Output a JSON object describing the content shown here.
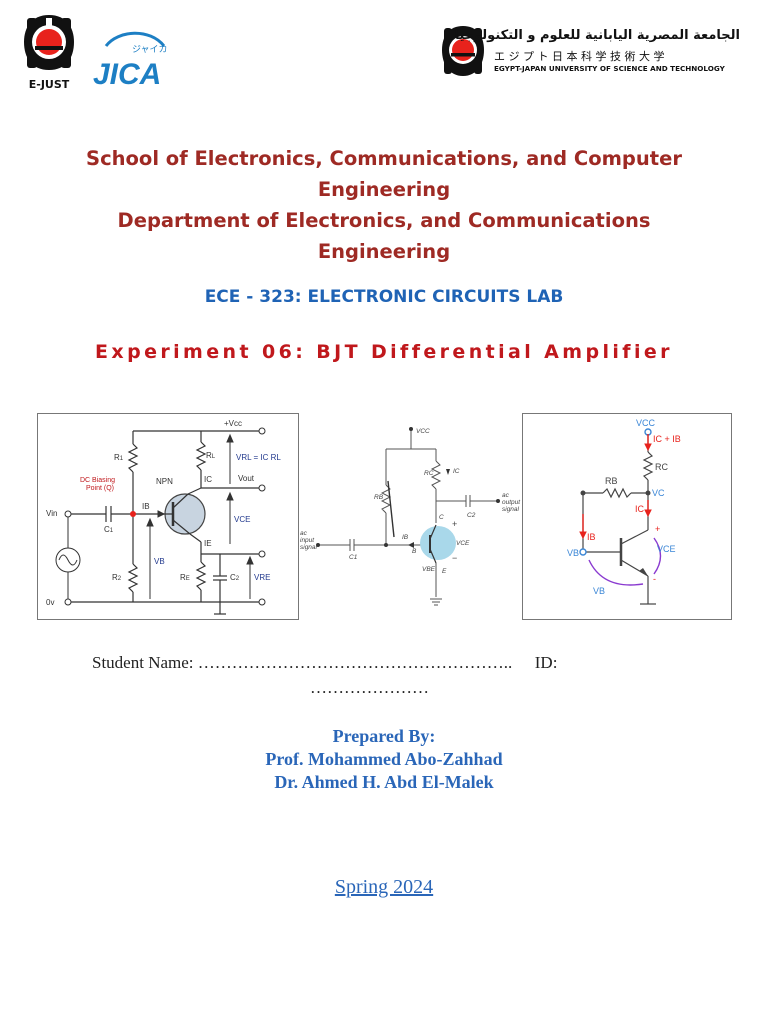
{
  "header": {
    "ejust_caption": "E-JUST",
    "jica_text": "JICA",
    "jica_kana": "ジャイカ",
    "university_arabic": "الجامعة المصرية اليابانية للعلوم و التكنولوجيا",
    "university_japanese": "エ ジ プ ト 日 本 科 学 技 術 大 学",
    "university_english": "EGYPT-JAPAN UNIVERSITY OF SCIENCE AND TECHNOLOGY"
  },
  "title": {
    "school_line1": "School of Electronics, Communications, and Computer",
    "school_line2": "Engineering",
    "dept_line1": "Department of Electronics, and Communications",
    "dept_line2": "Engineering",
    "course": "ECE - 323: ELECTRONIC CIRCUITS LAB",
    "experiment": "Experiment 06: BJT Differential Amplifier"
  },
  "figure1": {
    "vcc": "+Vcc",
    "r1": "R",
    "r1_sub": "1",
    "rl": "R",
    "rl_sub": "L",
    "vrl": "VRL = IC RL",
    "npn": "NPN",
    "ic": "IC",
    "vout": "Vout",
    "bias": "DC Biasing",
    "bias2": "Point (Q)",
    "ib": "IB",
    "vin": "Vin",
    "c1": "C",
    "c1_sub": "1",
    "vce": "VCE",
    "ie": "IE",
    "vb": "VB",
    "r2": "R",
    "r2_sub": "2",
    "re": "R",
    "re_sub": "E",
    "c2": "C",
    "c2_sub": "2",
    "vre": "VRE",
    "zero": "0v"
  },
  "figure2": {
    "vcc": "VCC",
    "rb": "RB",
    "rc": "RC",
    "ic": "IC",
    "c2": "C2",
    "ac_out_1": "ac",
    "ac_out_2": "output",
    "ac_out_3": "signal",
    "ac_in_1": "ac",
    "ac_in_2": "input",
    "ac_in_3": "signal",
    "c1": "C1",
    "ib": "IB",
    "b": "B",
    "c": "C",
    "e": "E",
    "vce": "VCE",
    "vbe": "VBE",
    "plus": "+",
    "minus": "−"
  },
  "figure3": {
    "vcc": "VCC",
    "ic_ib": "IC + IB",
    "rc": "RC",
    "rb": "RB",
    "vc": "VC",
    "ic": "IC",
    "ib": "IB",
    "vb_left": "VB",
    "vce": "VCE",
    "vb_bottom": "VB",
    "plus": "+",
    "minus": "-"
  },
  "student": {
    "name_label": "Student Name: ………………………………………………..",
    "id_label": "ID:",
    "id_dots": "…………………"
  },
  "prepared": {
    "label": "Prepared By:",
    "author1": "Prof. Mohammed Abo-Zahhad",
    "author2": "Dr. Ahmed H. Abd El-Malek"
  },
  "term": "Spring 2024",
  "colors": {
    "school": "#9e2a24",
    "course": "#1f63b5",
    "experiment": "#c0181c",
    "prepared": "#2a66b8",
    "logo_red": "#e8221c"
  }
}
